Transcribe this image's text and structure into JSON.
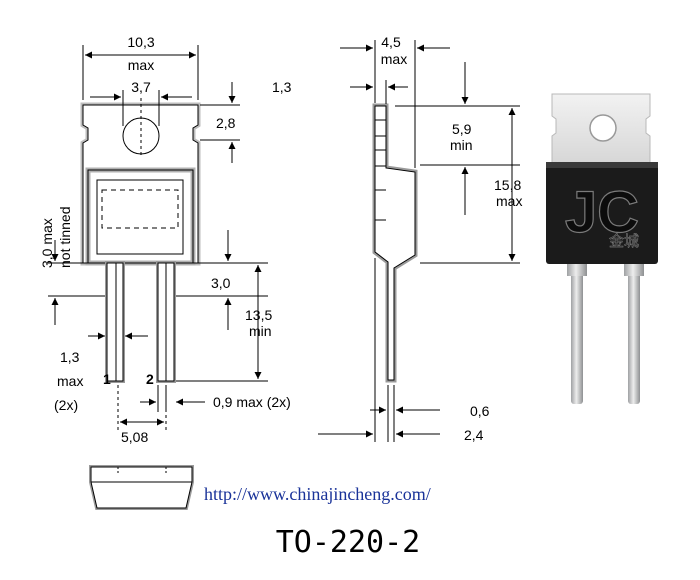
{
  "front_view": {
    "width_value": "10,3",
    "width_note": "max",
    "hole_value": "3,7",
    "tab_height_value": "2,8",
    "left_value": "3,0 max",
    "left_note": "not tinned",
    "shoulder_value": "3,0",
    "lead_length_value": "13,5",
    "lead_length_note": "min",
    "lead_width_value": "1,3",
    "lead_width_note": "max",
    "lead_width_count": "(2x)",
    "pin1_label": "1",
    "pin2_label": "2",
    "lead_thickness_value": "0,9 max (2x)",
    "pitch_value": "5,08"
  },
  "side_view": {
    "width_value": "4,5",
    "width_note": "max",
    "tab_thickness_value": "1,3",
    "hole_offset_value": "5,9",
    "hole_offset_note": "min",
    "height_value": "15,8",
    "height_note": "max",
    "lead_value": "0,6",
    "body_value": "2,4"
  },
  "photo": {
    "logo_text": "JC",
    "logo_chinese": "金城"
  },
  "url": "http://www.chinajincheng.com/",
  "package_name": "TO-220-2"
}
